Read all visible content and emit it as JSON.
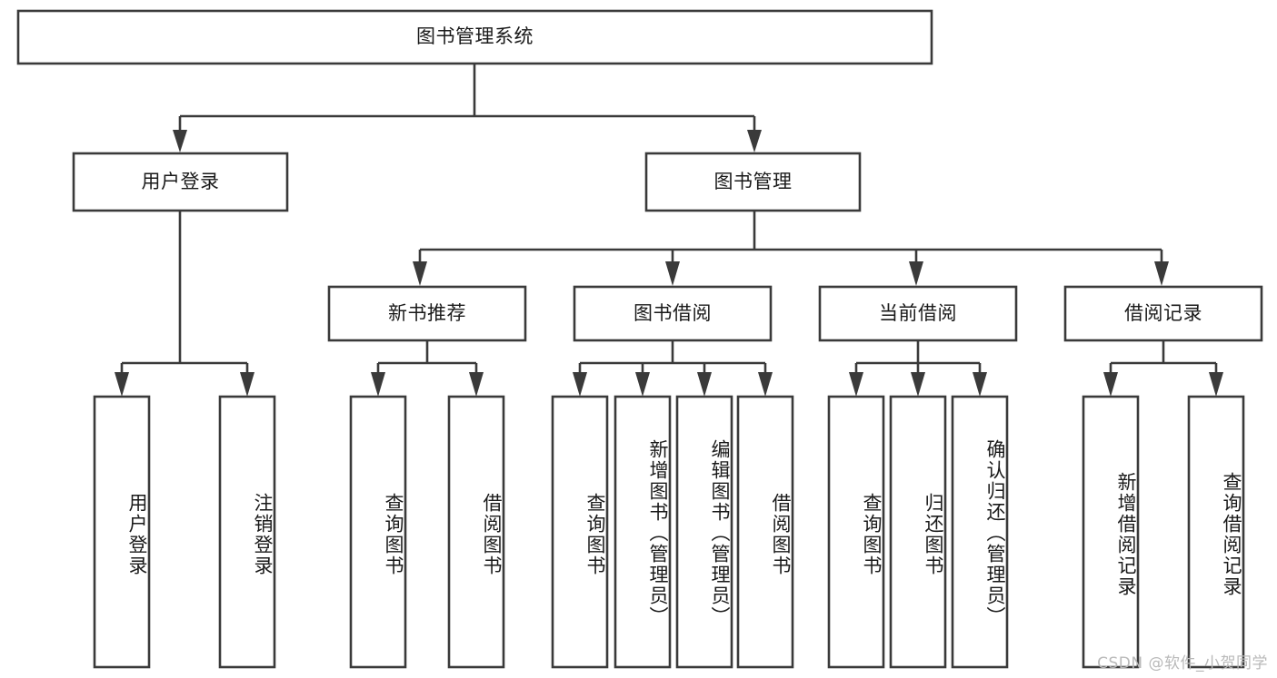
{
  "diagram": {
    "type": "tree-hierarchy-chart",
    "title": "图书管理系统",
    "watermark": "CSDN @软件_小贺同学",
    "colors": {
      "stroke": "#3a3a3a",
      "fill": "#ffffff",
      "text": "#1a1a1a",
      "watermark": "#b9b9b9"
    },
    "levels": {
      "root": {
        "label": "图书管理系统"
      },
      "level1": [
        {
          "label": "用户登录"
        },
        {
          "label": "图书管理"
        }
      ],
      "level2": [
        {
          "label": "新书推荐"
        },
        {
          "label": "图书借阅"
        },
        {
          "label": "当前借阅"
        },
        {
          "label": "借阅记录"
        }
      ],
      "leaves": [
        {
          "label": "用户登录",
          "parent": "用户登录"
        },
        {
          "label": "注销登录",
          "parent": "用户登录"
        },
        {
          "label": "查询图书",
          "parent": "新书推荐"
        },
        {
          "label": "借阅图书",
          "parent": "新书推荐"
        },
        {
          "label": "查询图书",
          "parent": "图书借阅"
        },
        {
          "label": "新增图书（管理员）",
          "parent": "图书借阅"
        },
        {
          "label": "编辑图书（管理员）",
          "parent": "图书借阅"
        },
        {
          "label": "借阅图书",
          "parent": "图书借阅"
        },
        {
          "label": "查询图书",
          "parent": "当前借阅"
        },
        {
          "label": "归还图书",
          "parent": "当前借阅"
        },
        {
          "label": "确认归还（管理员）",
          "parent": "当前借阅"
        },
        {
          "label": "新增借阅记录",
          "parent": "借阅记录"
        },
        {
          "label": "查询借阅记录",
          "parent": "借阅记录"
        }
      ]
    }
  }
}
